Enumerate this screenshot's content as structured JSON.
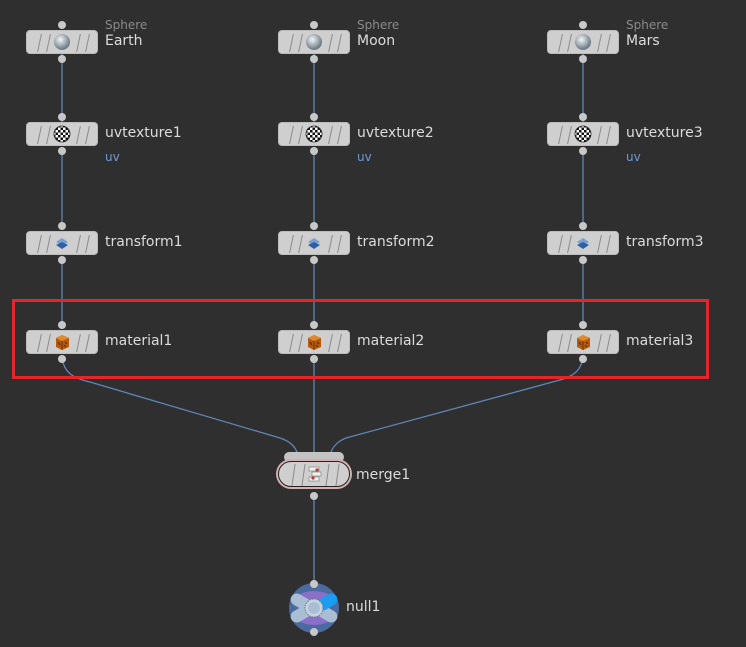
{
  "network": {
    "columns": [
      {
        "sphere": {
          "type_label": "Sphere",
          "name": "Earth"
        },
        "uvtexture": {
          "name": "uvtexture1",
          "attr": "uv"
        },
        "transform": {
          "name": "transform1"
        },
        "material": {
          "name": "material1"
        }
      },
      {
        "sphere": {
          "type_label": "Sphere",
          "name": "Moon"
        },
        "uvtexture": {
          "name": "uvtexture2",
          "attr": "uv"
        },
        "transform": {
          "name": "transform2"
        },
        "material": {
          "name": "material2"
        }
      },
      {
        "sphere": {
          "type_label": "Sphere",
          "name": "Mars"
        },
        "uvtexture": {
          "name": "uvtexture3",
          "attr": "uv"
        },
        "transform": {
          "name": "transform3"
        },
        "material": {
          "name": "material3"
        }
      }
    ],
    "merge": {
      "name": "merge1"
    },
    "null": {
      "name": "null1"
    }
  },
  "colors": {
    "background": "#2f2f2f",
    "wire": "#5f86b8",
    "highlight": "#e4262c",
    "node_body": "#cfcfcf"
  }
}
